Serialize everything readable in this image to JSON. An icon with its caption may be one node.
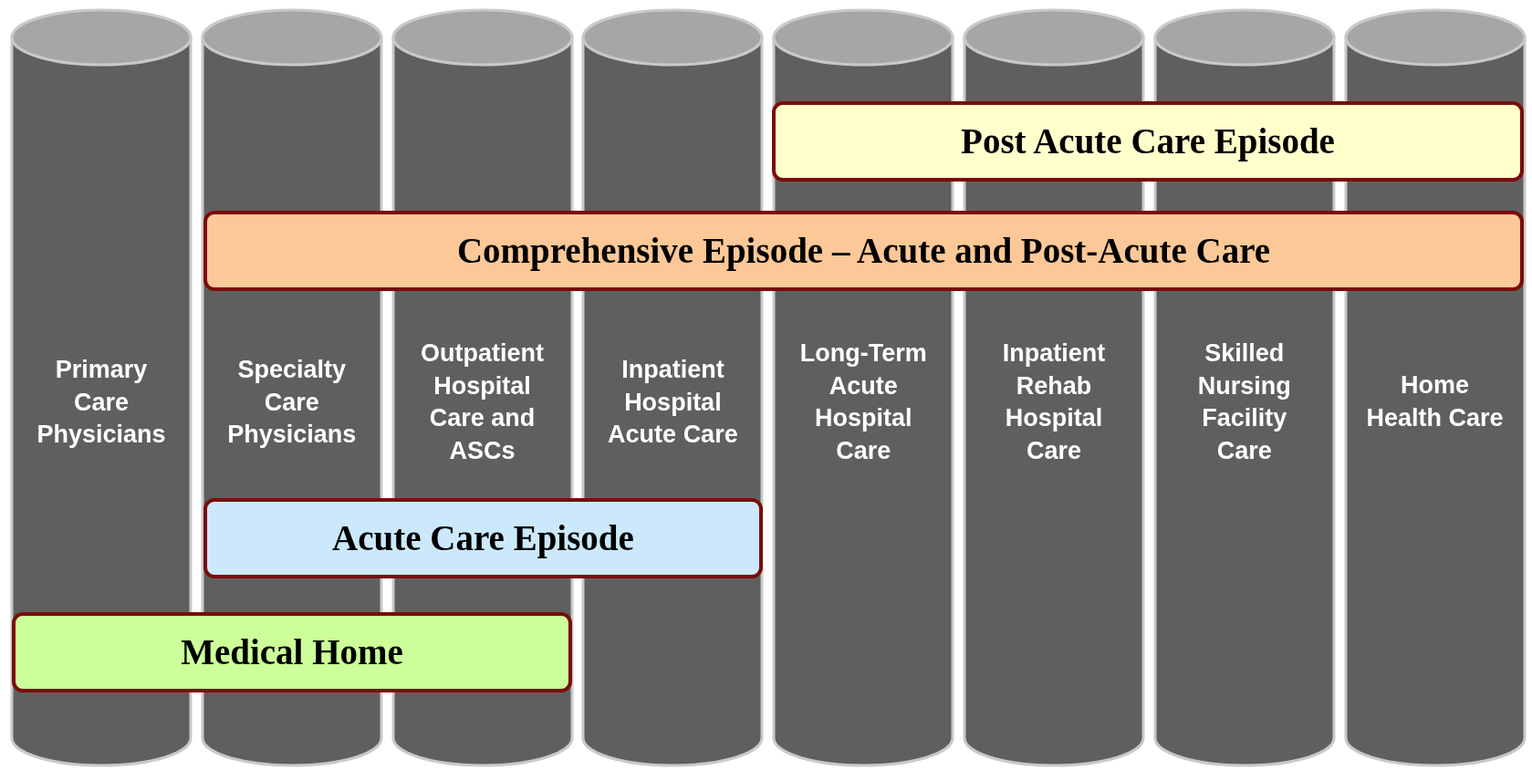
{
  "diagram": {
    "nodes": [
      {
        "text": [
          "Post Acute Care Episode"
        ]
      },
      {
        "text": [
          "Comprehensive Episode – Acute and Post-Acute Care"
        ]
      },
      {
        "text": [
          "Primary Care Physicians"
        ]
      },
      {
        "text": [
          "Specialty Care Physicians"
        ]
      },
      {
        "text": [
          "Outpatient Hospital Care and ASCs"
        ]
      },
      {
        "text": [
          "Inpatient Hospital Acute Care"
        ]
      },
      {
        "text": [
          "Long-Term Acute Hospital Care"
        ]
      },
      {
        "text": [
          "Inpatient Rehab Hospital Care"
        ]
      },
      {
        "text": [
          "Skilled Nursing Facility Care"
        ]
      },
      {
        "text": [
          "Home Health Care"
        ]
      },
      {
        "text": [
          "Acute Care Episode"
        ]
      },
      {
        "text": [
          "Medical Home"
        ]
      }
    ]
  }
}
